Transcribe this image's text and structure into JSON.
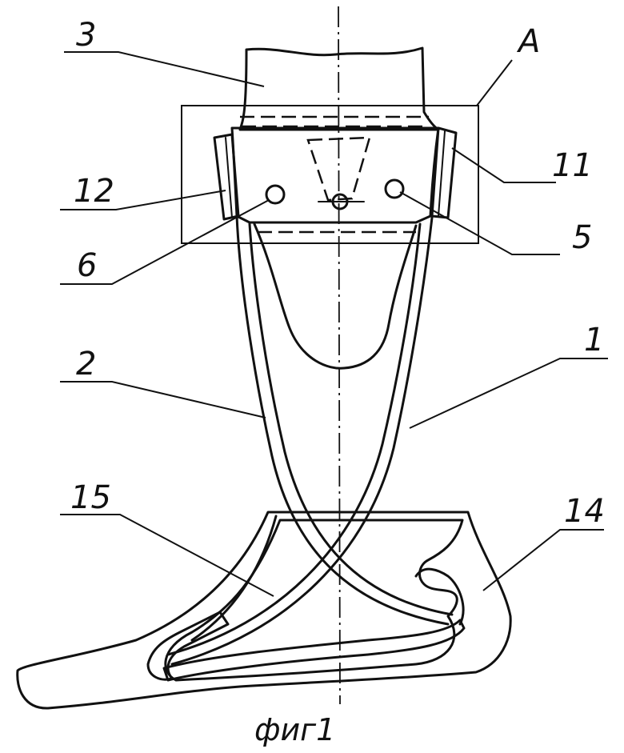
{
  "figure": {
    "caption": "фиг1",
    "labels": {
      "l3": "3",
      "lA": "A",
      "l11": "11",
      "l12": "12",
      "l5": "5",
      "l6": "6",
      "l1": "1",
      "l2": "2",
      "l15": "15",
      "l14": "14"
    }
  }
}
